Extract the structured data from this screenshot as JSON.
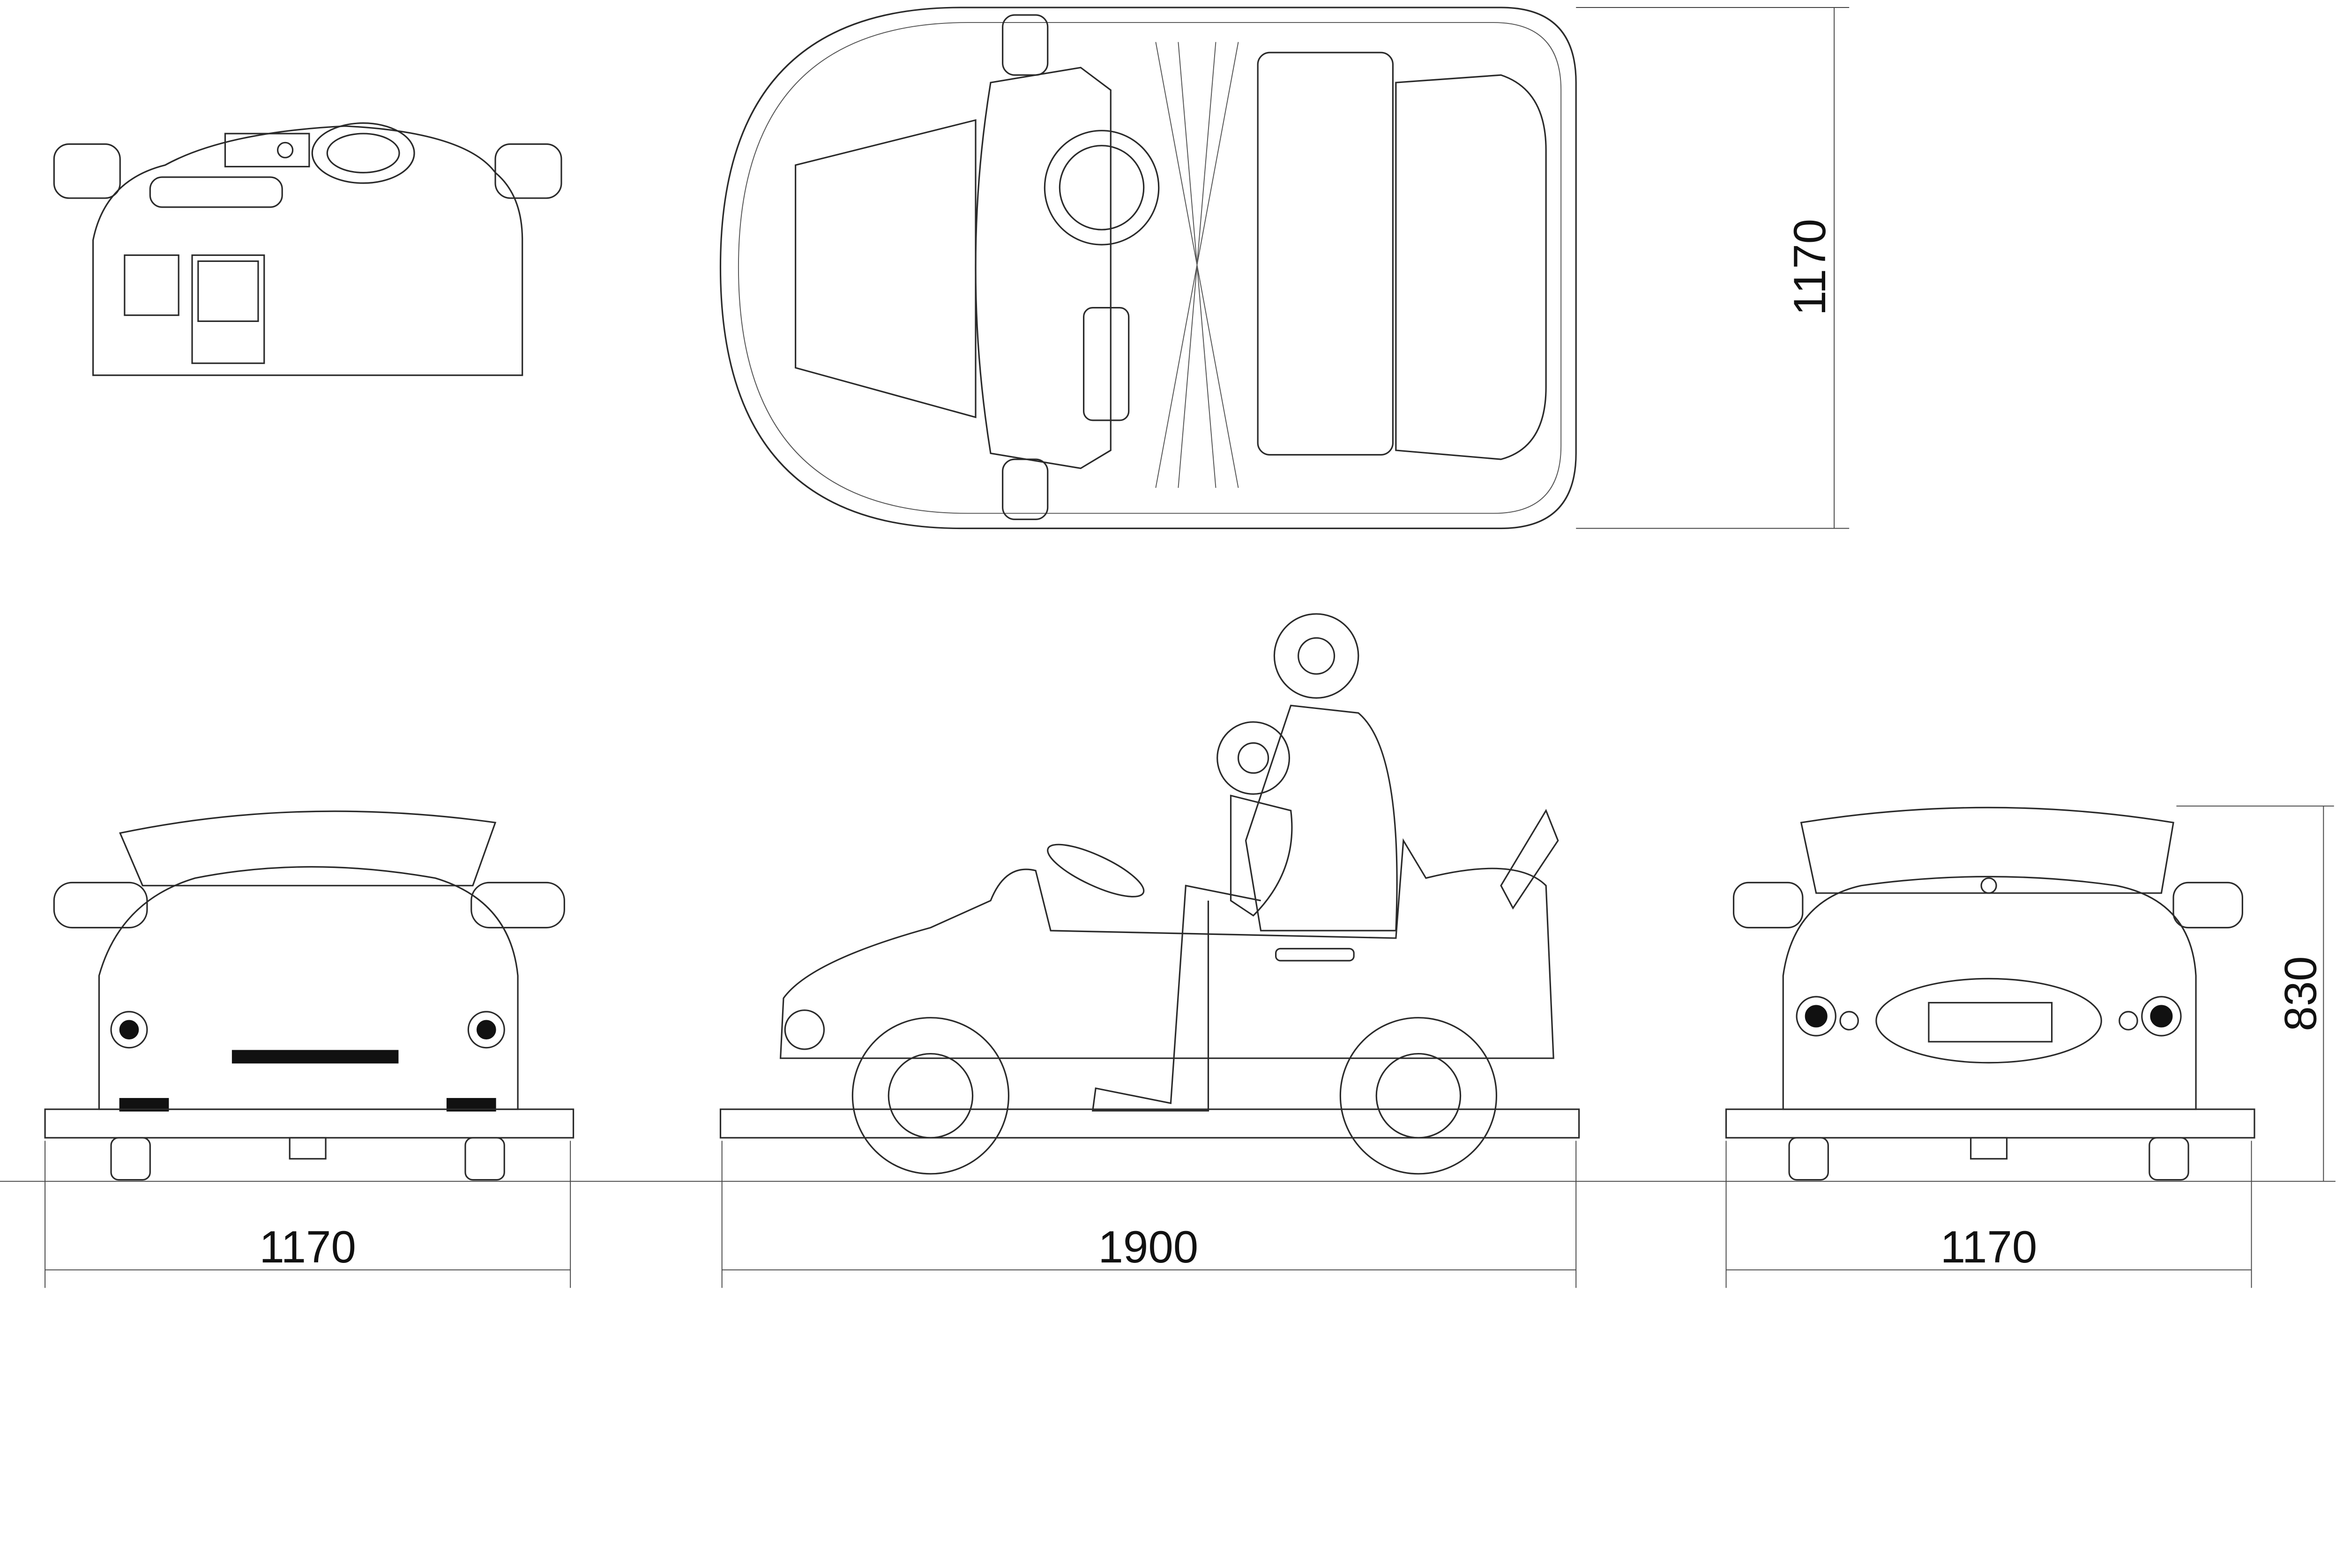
{
  "dimensions": {
    "front_width": "1170",
    "side_length": "1900",
    "rear_width": "1170",
    "top_width": "1170",
    "height": "830"
  },
  "colors": {
    "line": "#2a2a2a",
    "background": "#ffffff"
  }
}
